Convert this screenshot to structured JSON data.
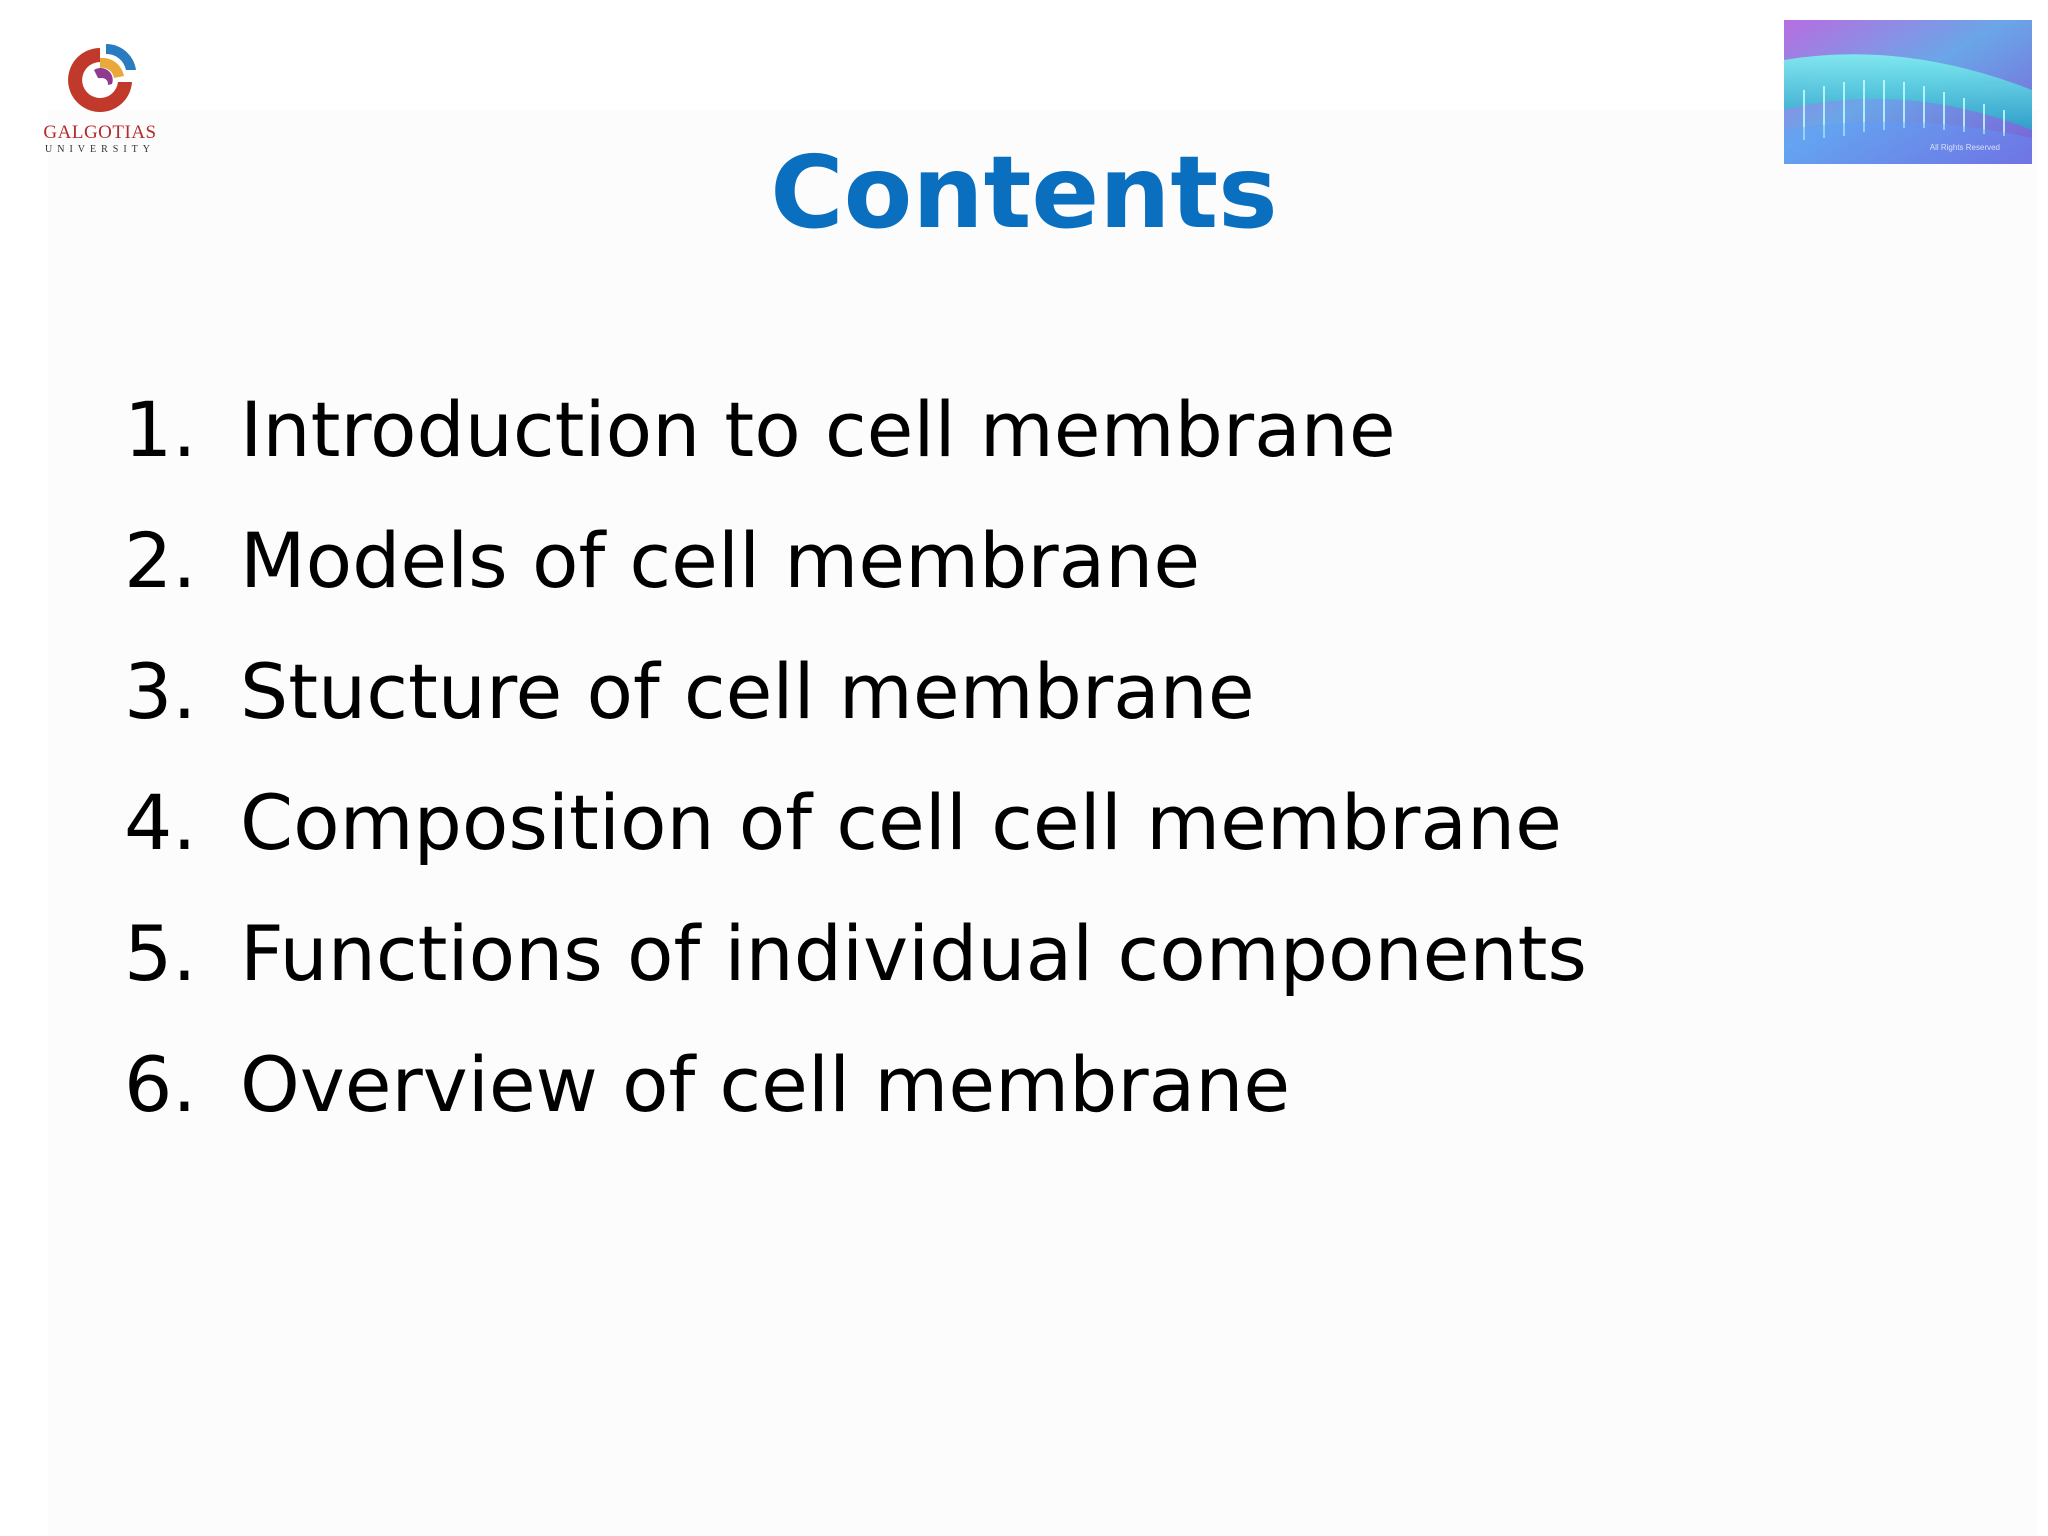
{
  "logo": {
    "name": "GALGOTIAS",
    "subtitle": "UNIVERSITY",
    "colors": [
      "#c0392b",
      "#e8a93a",
      "#2a7bbf",
      "#8e3a8e"
    ]
  },
  "corner_image": {
    "caption": "All Rights Reserved",
    "description_icon": "cell-membrane-image"
  },
  "title": "Contents",
  "title_color": "#0a6fbe",
  "items": [
    {
      "number": "1.",
      "text": "Introduction to cell membrane"
    },
    {
      "number": "2.",
      "text": "Models of cell membrane"
    },
    {
      "number": "3.",
      "text": "Stucture of cell membrane"
    },
    {
      "number": "4.",
      "text": "Composition of cell cell membrane"
    },
    {
      "number": "5.",
      "text": "Functions of individual components"
    },
    {
      "number": "6.",
      "text": "Overview of cell membrane"
    }
  ]
}
